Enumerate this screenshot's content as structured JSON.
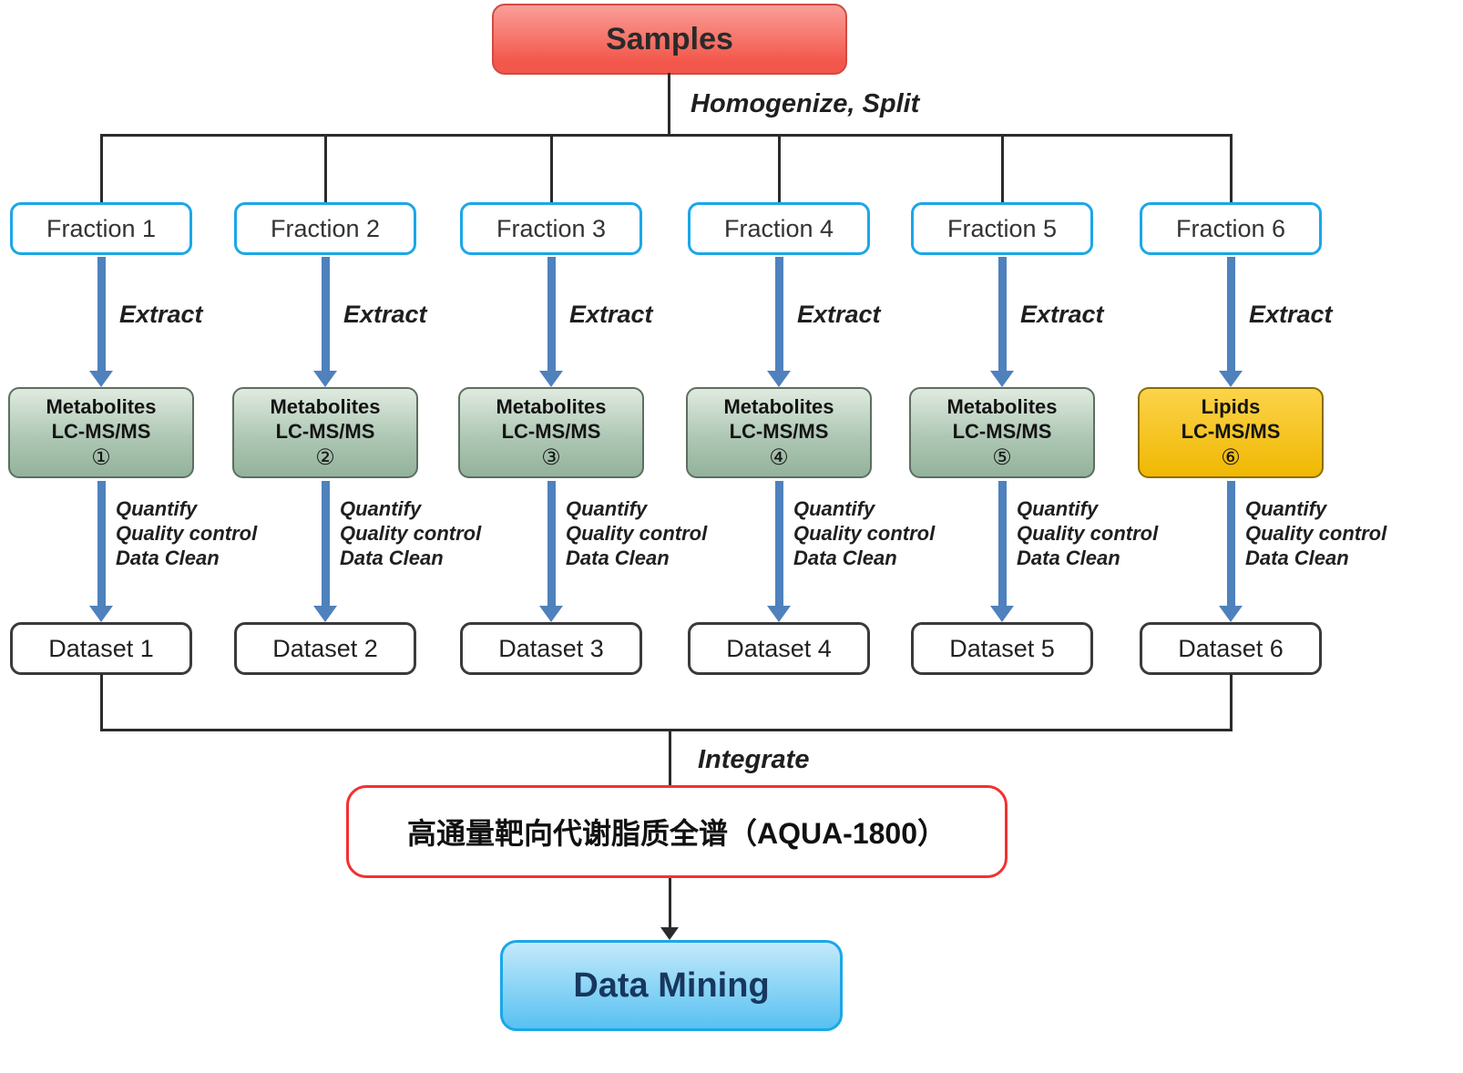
{
  "diagram": {
    "samples_label": "Samples",
    "homogenize_label": "Homogenize, Split",
    "extract_label": "Extract",
    "integrate_label": "Integrate",
    "aqua_label": "高通量靶向代谢脂质全谱（AQUA-1800）",
    "data_mining_label": "Data Mining",
    "process_steps": {
      "line1": "Quantify",
      "line2": "Quality control",
      "line3": "Data Clean"
    },
    "columns": [
      {
        "fraction": "Fraction 1",
        "method_title": "Metabolites",
        "method_platform": "LC-MS/MS",
        "method_number": "①",
        "method_type": "metabolites",
        "dataset": "Dataset 1"
      },
      {
        "fraction": "Fraction 2",
        "method_title": "Metabolites",
        "method_platform": "LC-MS/MS",
        "method_number": "②",
        "method_type": "metabolites",
        "dataset": "Dataset 2"
      },
      {
        "fraction": "Fraction 3",
        "method_title": "Metabolites",
        "method_platform": "LC-MS/MS",
        "method_number": "③",
        "method_type": "metabolites",
        "dataset": "Dataset 3"
      },
      {
        "fraction": "Fraction 4",
        "method_title": "Metabolites",
        "method_platform": "LC-MS/MS",
        "method_number": "④",
        "method_type": "metabolites",
        "dataset": "Dataset 4"
      },
      {
        "fraction": "Fraction 5",
        "method_title": "Metabolites",
        "method_platform": "LC-MS/MS",
        "method_number": "⑤",
        "method_type": "metabolites",
        "dataset": "Dataset 5"
      },
      {
        "fraction": "Fraction 6",
        "method_title": "Lipids",
        "method_platform": "LC-MS/MS",
        "method_number": "⑥",
        "method_type": "lipids",
        "dataset": "Dataset 6"
      }
    ],
    "colors": {
      "samples_fill": "#f3564a",
      "samples_border": "#cf4b42",
      "fraction_border": "#1aa7e8",
      "arrow_blue": "#4f81bd",
      "metabolites_fill": "#aec7b4",
      "metabolites_border": "#5c6e60",
      "lipids_fill": "#f0b802",
      "lipids_border": "#8a6d00",
      "dataset_border": "#3a3a3a",
      "aqua_border": "#f43030",
      "mining_fill": "#58c1f1",
      "mining_border": "#1aa7e8",
      "connector": "#2b2b2b"
    }
  }
}
